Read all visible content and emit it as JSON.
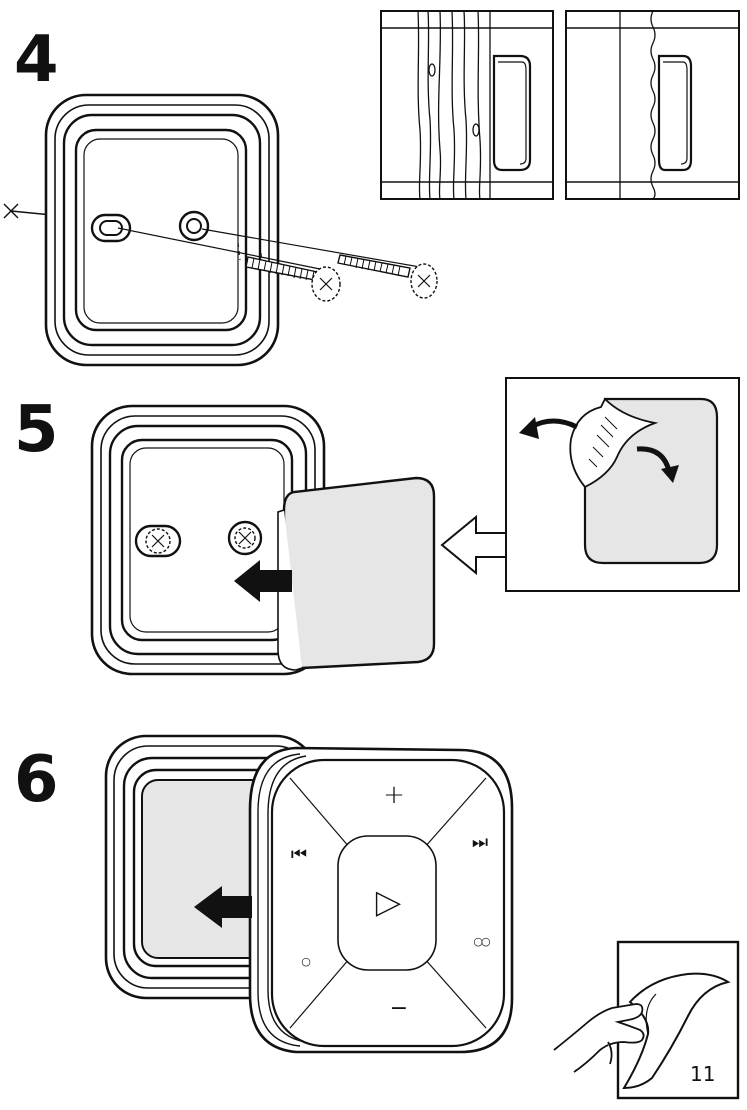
{
  "steps": [
    {
      "number": "4"
    },
    {
      "number": "5"
    },
    {
      "number": "6"
    }
  ],
  "remote_buttons": {
    "volume_up": "+",
    "volume_down": "−",
    "next": "⏭",
    "previous": "⏮",
    "play": "▶",
    "single_dot": "○",
    "double_dot": "○○"
  },
  "page_number": "11",
  "colors": {
    "line": "#111111",
    "fill_gray": "#e6e6e6",
    "paper": "#ffffff"
  }
}
